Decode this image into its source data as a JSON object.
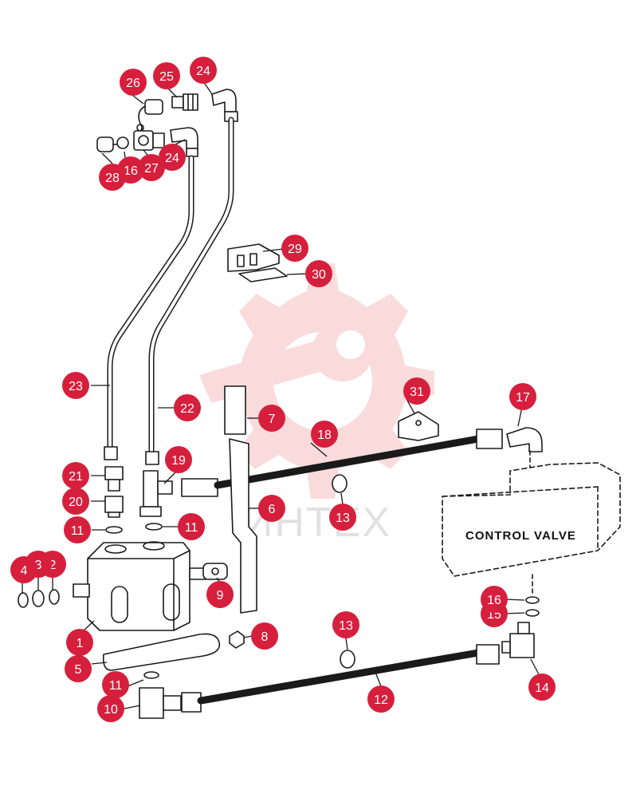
{
  "diagram": {
    "control_valve_label": "CONTROL VALVE",
    "watermark_text": "ИНТЕХ",
    "watermark_icon": "gear-wrench-logo",
    "callout_color": "#d61f3c",
    "line_color": "#1a1a1a",
    "watermark_color": "#f08080"
  },
  "callouts": [
    {
      "id": "c1",
      "label": "1"
    },
    {
      "id": "c2",
      "label": "2"
    },
    {
      "id": "c3",
      "label": "3"
    },
    {
      "id": "c4",
      "label": "4"
    },
    {
      "id": "c5",
      "label": "5"
    },
    {
      "id": "c6",
      "label": "6"
    },
    {
      "id": "c7",
      "label": "7"
    },
    {
      "id": "c8",
      "label": "8"
    },
    {
      "id": "c9",
      "label": "9"
    },
    {
      "id": "c10",
      "label": "10"
    },
    {
      "id": "c11a",
      "label": "11"
    },
    {
      "id": "c11b",
      "label": "11"
    },
    {
      "id": "c11c",
      "label": "11"
    },
    {
      "id": "c12",
      "label": "12"
    },
    {
      "id": "c13a",
      "label": "13"
    },
    {
      "id": "c13b",
      "label": "13"
    },
    {
      "id": "c14",
      "label": "14"
    },
    {
      "id": "c15",
      "label": "15"
    },
    {
      "id": "c16a",
      "label": "16"
    },
    {
      "id": "c16b",
      "label": "16"
    },
    {
      "id": "c17",
      "label": "17"
    },
    {
      "id": "c18",
      "label": "18"
    },
    {
      "id": "c19",
      "label": "19"
    },
    {
      "id": "c20",
      "label": "20"
    },
    {
      "id": "c21",
      "label": "21"
    },
    {
      "id": "c22",
      "label": "22"
    },
    {
      "id": "c23",
      "label": "23"
    },
    {
      "id": "c24a",
      "label": "24"
    },
    {
      "id": "c24b",
      "label": "24"
    },
    {
      "id": "c25",
      "label": "25"
    },
    {
      "id": "c26",
      "label": "26"
    },
    {
      "id": "c27",
      "label": "27"
    },
    {
      "id": "c28",
      "label": "28"
    },
    {
      "id": "c29",
      "label": "29"
    },
    {
      "id": "c30",
      "label": "30"
    },
    {
      "id": "c31",
      "label": "31"
    }
  ]
}
